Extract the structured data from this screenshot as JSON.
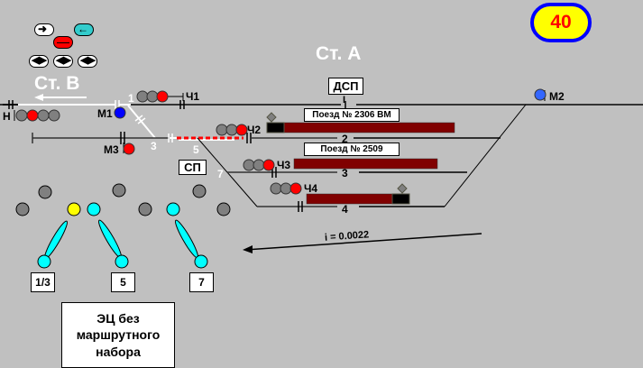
{
  "stations": {
    "left": "Ст. В",
    "right": "Ст. А"
  },
  "counter": {
    "value": "40",
    "fill": "#ffff00",
    "border": "#0000ff",
    "text_color": "#ff0000"
  },
  "dsp_label": "ДСП",
  "sp_label": "СП",
  "ec_label": "ЭЦ без маршрутного набора",
  "gradient_label": "i = 0.0022",
  "trains": [
    {
      "label": "Поезд № 2306 ВМ",
      "track": "2"
    },
    {
      "label": "Поезд № 2509",
      "track": "3"
    }
  ],
  "tracks": [
    {
      "number": "I"
    },
    {
      "number": "2"
    },
    {
      "number": "3"
    },
    {
      "number": "4"
    }
  ],
  "signals": {
    "N": {
      "name": "Н",
      "lamps": [
        "gray",
        "red",
        "gray",
        "gray"
      ]
    },
    "CH1": {
      "name": "Ч1",
      "lamps": [
        "gray",
        "gray",
        "red"
      ]
    },
    "CH2": {
      "name": "Ч2",
      "lamps": [
        "gray",
        "gray",
        "red"
      ]
    },
    "CH3": {
      "name": "Ч3",
      "lamps": [
        "gray",
        "gray",
        "red"
      ]
    },
    "CH4": {
      "name": "Ч4",
      "lamps": [
        "gray",
        "gray",
        "red"
      ]
    },
    "M1": {
      "name": "М1",
      "lamp": "blue"
    },
    "M2": {
      "name": "М2",
      "lamp": "lightblue"
    },
    "M3": {
      "name": "М3",
      "lamp": "red"
    }
  },
  "switches": {
    "sw1": "1",
    "sw3": "3",
    "sw5": "5",
    "sw7": "7"
  },
  "switch_controls": [
    {
      "label": "1/3",
      "position": "left"
    },
    {
      "label": "5",
      "position": "right"
    },
    {
      "label": "7",
      "position": "right"
    }
  ],
  "colors": {
    "background": "#c0c0c0",
    "train": "#800000",
    "lamp_red": "#ff0000",
    "lamp_gray": "#808080",
    "lamp_blue": "#0000ff",
    "lamp_lightblue": "#3366ff",
    "lamp_yellow": "#ffff00",
    "lamp_cyan": "#00ffff",
    "route_set": "#ffffff",
    "route_occupied": "#ff0000"
  },
  "direction_buttons": [
    {
      "name": "arrow-right-button",
      "fill": "#ffffff"
    },
    {
      "name": "arrow-left-button",
      "fill": "#33cccc"
    },
    {
      "name": "stop-button",
      "fill": "#ff0000"
    },
    {
      "name": "bidirectional-button-1",
      "fill": "#ffffff"
    },
    {
      "name": "bidirectional-button-2",
      "fill": "#ffffff"
    },
    {
      "name": "bidirectional-button-3",
      "fill": "#ffffff"
    }
  ]
}
